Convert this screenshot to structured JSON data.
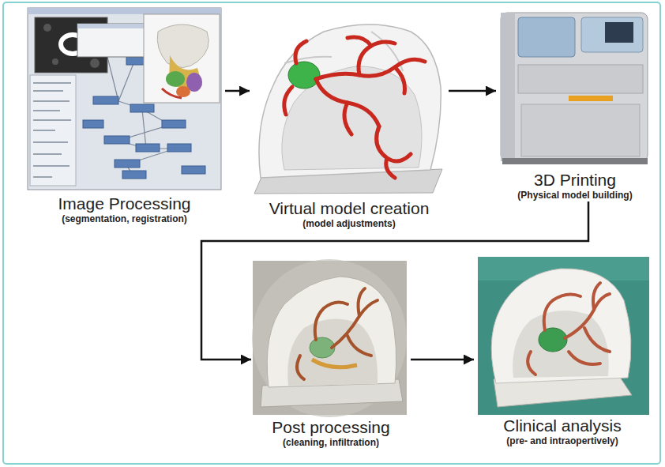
{
  "diagram": {
    "nodes": [
      {
        "text": [
          "Image Processing",
          "(segmentation, registration)"
        ]
      },
      {
        "text": [
          "Virtual model creation",
          "(model adjustments)"
        ]
      },
      {
        "text": [
          "3D Printing",
          "(Physical model building)"
        ]
      },
      {
        "text": [
          "Post processing",
          "(cleaning, infiltration)"
        ]
      },
      {
        "text": [
          "Clinical analysis",
          "(pre- and intraopertively)"
        ]
      }
    ],
    "edges": [
      {
        "from": 0,
        "to": 1,
        "arrow": "to"
      },
      {
        "from": 1,
        "to": 2,
        "arrow": "to"
      },
      {
        "from": 2,
        "to": 3,
        "arrow": "to"
      },
      {
        "from": 3,
        "to": 4,
        "arrow": "to"
      }
    ]
  }
}
